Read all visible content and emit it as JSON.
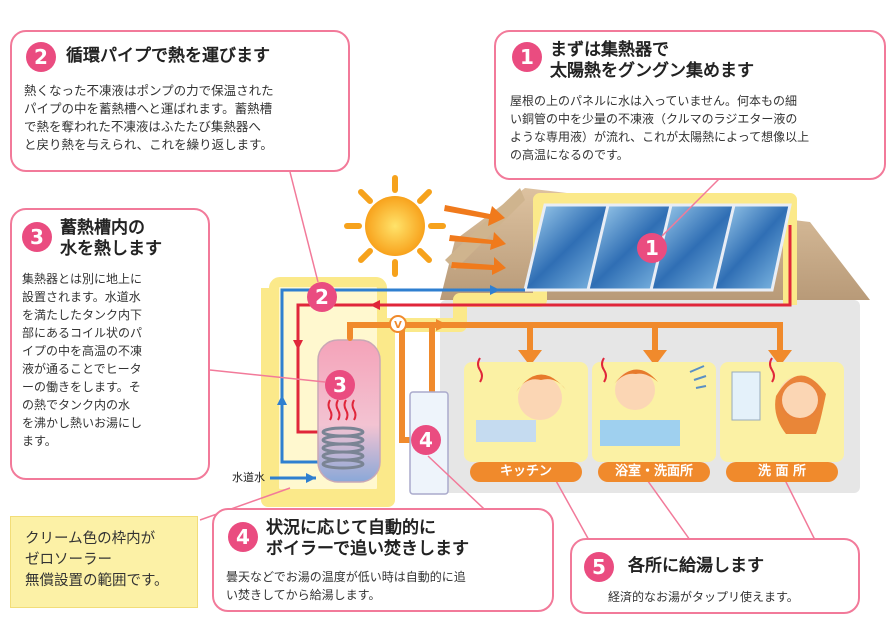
{
  "callouts": {
    "collector": {
      "number": "1",
      "title_line1": "まずは集熱器で",
      "title_line2": "太陽熱をグングン集めます",
      "body": [
        "屋根の上のパネルに水は入っていません。何本もの細",
        "い銅管の中を少量の不凍液（クルマのラジエター液の",
        "ような専用液）が流れ、これが太陽熱によって想像以上",
        "の高温になるのです。"
      ]
    },
    "pipe": {
      "number": "2",
      "title": "循環パイプで熱を運びます",
      "body": [
        "熱くなった不凍液はポンプの力で保温された",
        "パイプの中を蓄熱槽へと運ばれます。蓄熱槽",
        "で熱を奪われた不凍液はふたたび集熱器へ",
        "と戻り熱を与えられ、これを繰り返します。"
      ]
    },
    "tank": {
      "number": "3",
      "title_line1": "蓄熱槽内の",
      "title_line2": "水を熱します",
      "body": [
        "集熱器とは別に地上に",
        "設置されます。水道水",
        "を満たしたタンク内下",
        "部にあるコイル状のパ",
        "イプの中を高温の不凍",
        "液が通ることでヒータ",
        "ーの働きをします。そ",
        "の熱でタンク内の水",
        "を沸かし熱いお湯にし",
        "ます。"
      ]
    },
    "boiler": {
      "number": "4",
      "title_line1": "状況に応じて自動的に",
      "title_line2": "ボイラーで追い焚きします",
      "body": [
        "曇天などでお湯の温度が低い時は自動的に追",
        "い焚きしてから給湯します。"
      ]
    },
    "supply": {
      "number": "5",
      "title": "各所に給湯します",
      "body": "経済的なお湯がタップリ使えます。"
    }
  },
  "cream_note": [
    "クリーム色の枠内が",
    "ゼロソーラー",
    "無償設置の範囲です。"
  ],
  "locations": {
    "kitchen": "キッチン",
    "bathroom": "浴室・洗面所",
    "washroom": "洗 面 所"
  },
  "diagram_markers": {
    "collector": "1",
    "pipe": "2",
    "tank": "3",
    "boiler": "4",
    "valve": "V"
  },
  "water_label": "水道水",
  "colors": {
    "badge": "#ea4c80",
    "callout_border": "#f27a9a",
    "cream_zone": "#fcf1a6",
    "hot_pipe": "#f08a2c",
    "cold_pipe": "#2f7fd0",
    "antifreeze_return": "#e0263a",
    "roof": "#c8a986",
    "house_wall": "#e6e6e6"
  }
}
